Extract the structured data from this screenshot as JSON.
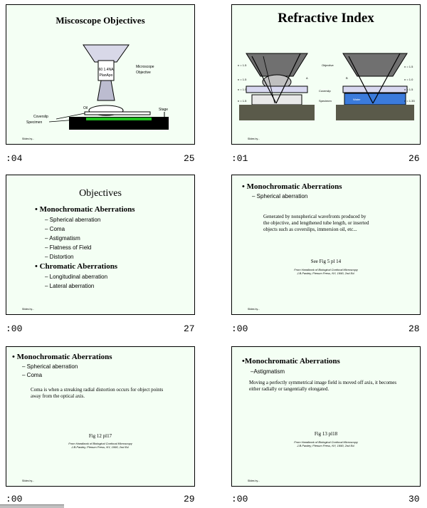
{
  "slides": [
    {
      "title": "Miscoscope Objectives",
      "footer": "Slides by...",
      "time": ":04",
      "number": "25",
      "labels": {
        "objective_text_1": "60  1.4NA",
        "objective_text_2": "PlanApo",
        "microscope_objective": "Microscope",
        "objective_word": "Objective",
        "oil": "Oil",
        "stage": "Stage",
        "coverslip": "Coverslip",
        "specimen": "Specimen"
      }
    },
    {
      "title": "Refractive Index",
      "footer": "Slides by...",
      "time": ":01",
      "number": "26",
      "labels": {
        "n15_a": "n = 1.5",
        "n15_b": "n = 1.5",
        "n15_c": "n = 1.5",
        "n15_d": "n = 1.5",
        "n10": "n = 1.0",
        "n15_e": "n = 1.5",
        "n15_f": "n = 1.5",
        "n133": "n = 1.33",
        "objective": "Objective",
        "coverslip": "Coverslip",
        "specimen": "Specimen",
        "water": "Water",
        "mark_a": "A",
        "mark_b": "B"
      }
    },
    {
      "title": "Objectives",
      "footer": "Slides by...",
      "time": ":00",
      "number": "27",
      "groups": [
        {
          "heading": "Monochromatic Aberrations",
          "items": [
            "Spherical aberration",
            "Coma",
            "Astigmatism",
            "Flatness of Field",
            "Distortion"
          ]
        },
        {
          "heading": "Chromatic Aberrations",
          "items": [
            "Longitudinal aberration",
            "Lateral aberration"
          ]
        }
      ]
    },
    {
      "heading": "Monochromatic Aberrations",
      "sub": "Spherical aberration",
      "paragraph": "Generated by nonspherical wavefronts produced by the objective, and lengthened tube length, or inserted objects such as coverslips, immersion oil, etc...",
      "see": "See Fig 5  pl 14",
      "cite_1": "From Handbook of Biological Confocal Microscopy",
      "cite_2": "J.B.Pawley, Plenum Press, NY, 1990, 2nd Ed.",
      "footer": "Slides by...",
      "time": ":00",
      "number": "28"
    },
    {
      "heading": "Monochromatic Aberrations",
      "sub1": "Spherical aberration",
      "sub2": "Coma",
      "paragraph": "Coma is when a streaking radial distortion occurs for object points away from the optical axis.",
      "see": "Fig 12 pl17",
      "cite_1": "From Handbook of Biological Confocal Microscopy",
      "cite_2": "J.B.Pawley, Plenum Press, NY, 1990, 2nd Ed.",
      "footer": "Slides by...",
      "time": ":00",
      "number": "29"
    },
    {
      "heading": "Monochromatic Aberrations",
      "sub": "Astigmatism",
      "paragraph": "Moving a perfectly symmetrical image field is moved off axis, it becomes either radially or tangentially elongated.",
      "see": "Fig 13  pl18",
      "cite_1": "From Handbook of Biological Confocal Microscopy",
      "cite_2": "J.B.Pawley, Plenum Press, NY, 1990, 2nd Ed.",
      "footer": "Slides by...",
      "time": ":00",
      "number": "30"
    }
  ],
  "colors": {
    "slide_bg": "#f4fff4",
    "water": "#3b7bdc",
    "green": "#1fbf1f",
    "dark": "#5a5a4a"
  }
}
